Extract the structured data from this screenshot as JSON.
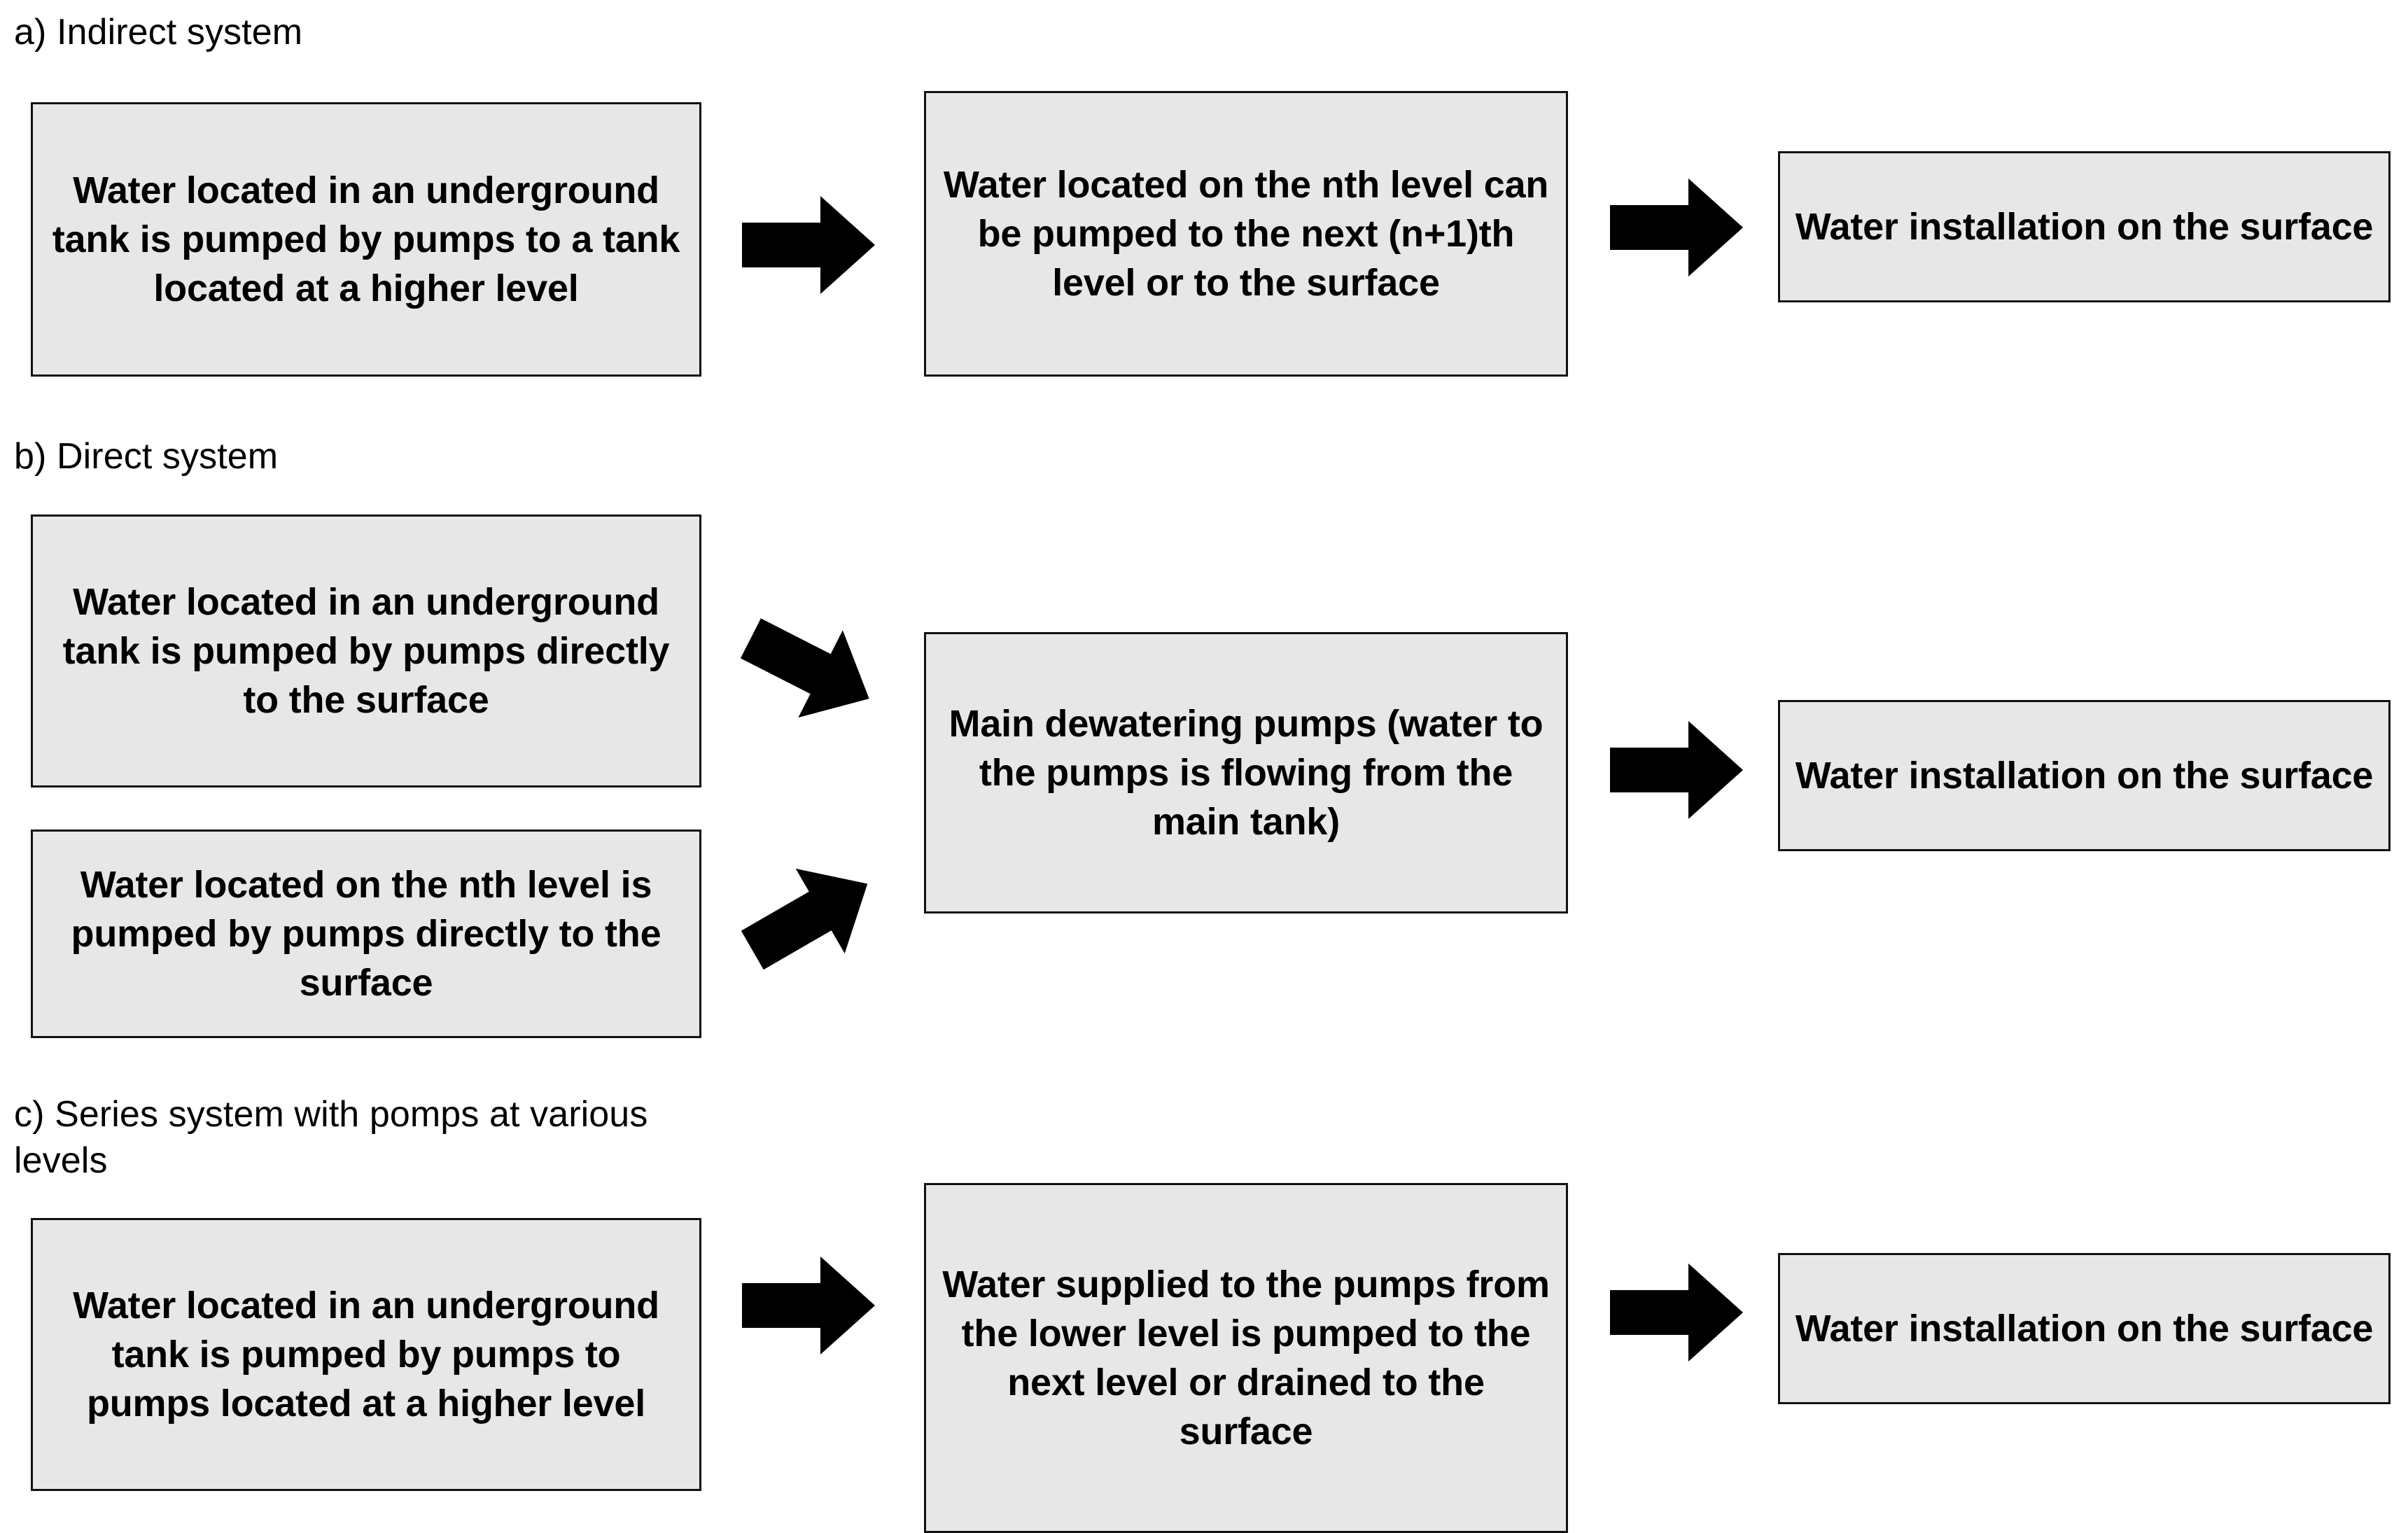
{
  "figure": {
    "type": "flowchart",
    "background_color": "#ffffff",
    "box_fill_color": "#e7e7e7",
    "box_border_color": "#111111",
    "arrow_color": "#000000"
  },
  "sections": [
    {
      "id": "a",
      "caption": "a) Indirect system",
      "boxes": [
        {
          "id": "a1",
          "text": "Water located in an underground tank is pumped by pumps to a tank located at a higher level"
        },
        {
          "id": "a2",
          "text": "Water located on the nth level can be pumped to the next (n+1)th level or to the surface"
        },
        {
          "id": "a3",
          "text": "Water installation on the surface"
        }
      ],
      "arrows": [
        {
          "id": "a-arrow-1",
          "direction": "right"
        },
        {
          "id": "a-arrow-2",
          "direction": "right"
        }
      ]
    },
    {
      "id": "b",
      "caption": "b) Direct system",
      "boxes": [
        {
          "id": "b1",
          "text": "Water located in an underground tank is pumped by pumps directly to the surface"
        },
        {
          "id": "b2",
          "text": "Water located on the nth level is pumped by pumps directly to the surface"
        },
        {
          "id": "b3",
          "text": "Main dewatering pumps (water to the pumps is flowing from the main tank)"
        },
        {
          "id": "b4",
          "text": "Water installation on the surface"
        }
      ],
      "arrows": [
        {
          "id": "b-arrow-1",
          "direction": "down-right"
        },
        {
          "id": "b-arrow-2",
          "direction": "up-right"
        },
        {
          "id": "b-arrow-3",
          "direction": "right"
        }
      ]
    },
    {
      "id": "c",
      "caption": "c) Series system with pomps at various\n     levels",
      "boxes": [
        {
          "id": "c1",
          "text": "Water located in an underground tank is pumped by pumps to pumps located at a higher level"
        },
        {
          "id": "c2",
          "text": "Water supplied to the pumps from the lower level is pumped to the next level or drained to the surface"
        },
        {
          "id": "c3",
          "text": "Water installation on the surface"
        }
      ],
      "arrows": [
        {
          "id": "c-arrow-1",
          "direction": "right"
        },
        {
          "id": "c-arrow-2",
          "direction": "right"
        }
      ]
    }
  ]
}
